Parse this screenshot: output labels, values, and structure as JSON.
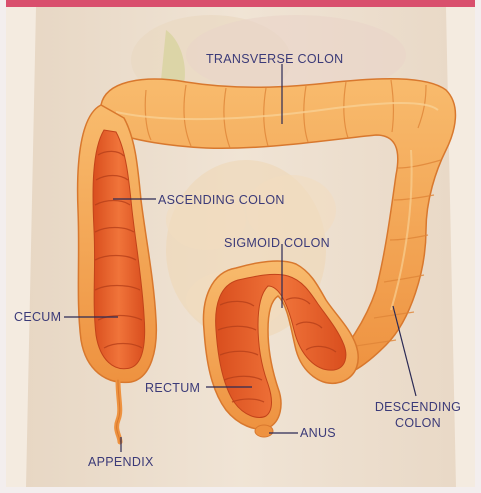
{
  "labels": {
    "transverse_colon": "TRANSVERSE COLON",
    "ascending_colon": "ASCENDING COLON",
    "sigmoid_colon": "SIGMOID COLON",
    "cecum": "CECUM",
    "rectum": "RECTUM",
    "descending_colon_line1": "DESCENDING",
    "descending_colon_line2": "COLON",
    "anus": "ANUS",
    "appendix": "APPENDIX"
  },
  "colors": {
    "accent_bar": "#d94f6d",
    "label_text": "#3b3a78",
    "colon_outer": "#f4a85a",
    "colon_inner": "#e8602a",
    "background_skin": "#ecdcc8"
  }
}
